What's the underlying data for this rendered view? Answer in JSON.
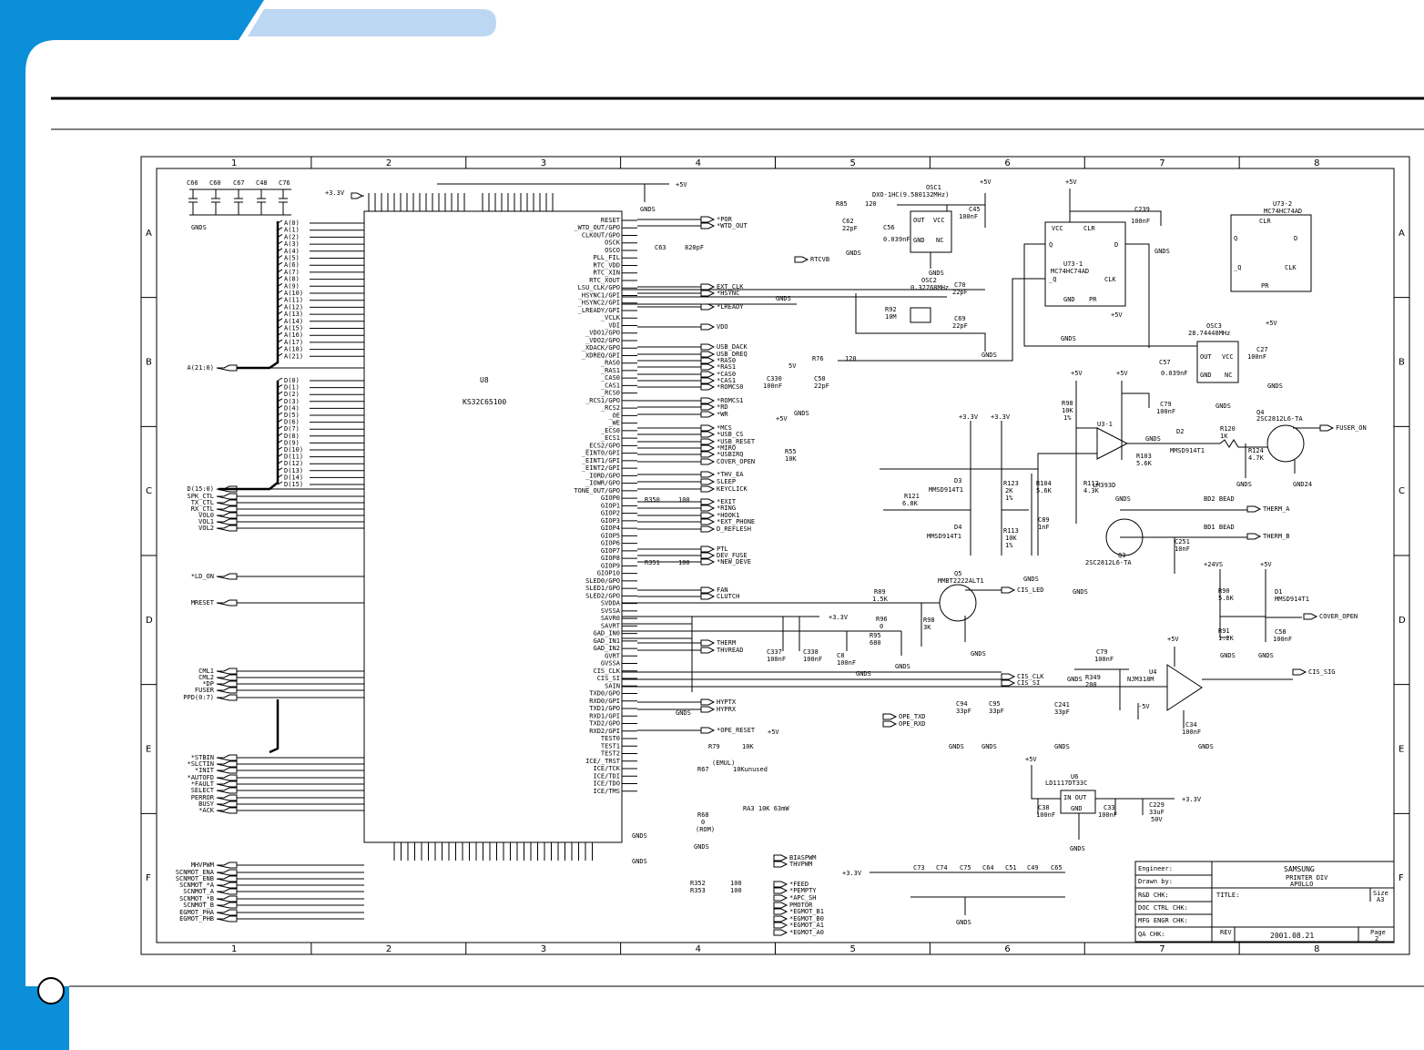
{
  "colors": {
    "frame": "#0a8fd8",
    "tab": "#bcd7f2",
    "ink": "#000000"
  },
  "zones": {
    "columns": [
      "1",
      "2",
      "3",
      "4",
      "5",
      "6",
      "7",
      "8"
    ],
    "rows": [
      "A",
      "B",
      "C",
      "D",
      "E",
      "F"
    ]
  },
  "chip": {
    "ref": "U8",
    "part": "KS32C65100",
    "left_pins": [
      "A(0)",
      "A(1)",
      "A(2)",
      "A(3)",
      "A(4)",
      "A(5)",
      "A(6)",
      "A(7)",
      "A(8)",
      "A(9)",
      "A(10)",
      "A(11)",
      "A(12)",
      "A(13)",
      "A(14)",
      "A(15)",
      "A(16)",
      "A(17)",
      "A(18)",
      "A(21)",
      "D(0)",
      "D(1)",
      "D(2)",
      "D(3)",
      "D(4)",
      "D(5)",
      "D(6)",
      "D(7)",
      "D(8)",
      "D(9)",
      "D(10)",
      "D(11)",
      "D(12)",
      "D(13)",
      "D(14)",
      "D(15)"
    ],
    "right_pins": [
      "RESET",
      "_WTD_OUT/GPO",
      "CLKOUT/GPO",
      "OSCK",
      "OSCO",
      "PLL_FIL",
      "RTC_VDD",
      "RTC_XIN",
      "RTC_XOUT",
      "LSU_CLK/GPO",
      "_HSYNC1/GPI",
      "_HSYNC2/GPI",
      "_LREADY/GPI",
      "_VCLK",
      "_VDI",
      "_VDO1/GPO",
      "_VDO2/GPO",
      "_XDACK/GPO",
      "_XDREQ/GPI",
      "_RAS0",
      "_RAS1",
      "_CAS0",
      "_CAS1",
      "_RCS0",
      "_RCS1/GPO",
      "_RCS2",
      "_OE",
      "_WE",
      "_ECS0",
      "_ECS1",
      "_ECS2/GPO",
      "_EINT0/GPI",
      "_EINT1/GPI",
      "_EINT2/GPI",
      "_IORD/GPO",
      "_IOWR/GPO",
      "TONE_OUT/GPO",
      "GIOP0",
      "GIOP1",
      "GIOP2",
      "GIOP3",
      "GIOP4",
      "GIOP5",
      "GIOP6",
      "GIOP7",
      "GIOP8",
      "GIOP9",
      "GIOP10",
      "SLED0/GPO",
      "SLED1/GPO",
      "SLED2/GPO",
      "SVDDA",
      "SVSSA",
      "SAVR0",
      "SAVRT",
      "GAD_IN0",
      "GAD_IN1",
      "GAD_IN2",
      "GVRT",
      "GVSSA",
      "CIS_CLK",
      "CIS_SI",
      "SAIN",
      "TXD0/GPO",
      "RXD0/GPI",
      "TXD1/GPO",
      "RXD1/GPI",
      "TXD2/GPO",
      "RXD2/GPI",
      "TEST0",
      "TEST1",
      "TEST2",
      "ICE/_TRST",
      "ICE/TCK",
      "ICE/TDI",
      "ICE/TDO",
      "ICE/TMS"
    ]
  },
  "left_nets": [
    "A(21:0)",
    "D(15:0)",
    "SPK_CTL",
    "TX_CTL",
    "RX_CTL",
    "VOL0",
    "VOL1",
    "VOL2",
    "*LD_ON",
    "MRESET",
    "CML1",
    "CML2",
    "*DP",
    "FUSER",
    "PPD(0:7)",
    "*STBIN",
    "*SLCTIN",
    "*INIT",
    "*AUTOFD",
    "*FAULT",
    "SELECT",
    "PERROR",
    "BUSY",
    "*ACK",
    "MHVPWM",
    "SCNMOT_ENA",
    "SCNMOT_ENB",
    "SCNMOT_*A",
    "SCNMOT_A",
    "SCNMOT_*B",
    "SCNMOT_B",
    "EGMOT_PHA",
    "EGMOT_PHB"
  ],
  "right_nets": [
    "*POR",
    "*WTD_OUT",
    "RTCVB",
    "EXT_CLK",
    "*HSYNC",
    "*LREADY",
    "VDO",
    "USB_DACK",
    "USB_DREQ",
    "*RAS0",
    "*RAS1",
    "*CAS0",
    "*CAS1",
    "*ROMCS0",
    "*ROMCS1",
    "*RD",
    "*WR",
    "*MCS",
    "*USB_CS",
    "*USB_RESET",
    "*MIRO",
    "*USBIRQ",
    "COVER_OPEN",
    "*THV_EA",
    "SLEEP",
    "KEYCLICK",
    "*EXIT",
    "*RING",
    "*HOOK1",
    "*EXT_PHONE",
    "D_REFLESH",
    "PTL",
    "DEV_FUSE",
    "*NEW_DEVE",
    "FAN",
    "CLUTCH",
    "THERM",
    "THVREAD",
    "HYPTX",
    "HYPRX",
    "*OPE_RESET",
    "OPE_TXD",
    "OPE_RXD",
    "BIASPWM",
    "THVPWM",
    "*FEED",
    "*PEMPTY",
    "*APC_SH",
    "PMOTOR",
    "*EGMOT_B1",
    "*EGMOT_B0",
    "*EGMOT_A1",
    "*EGMOT_A0",
    "CIS_LED",
    "CIS_CLK",
    "CIS_SI",
    "CIS_SIG",
    "FUSER_ON",
    "THERM_A",
    "THERM_B",
    "COVER_OPEN"
  ],
  "parts": {
    "osc1": {
      "ref": "OSC1",
      "value": "DXO-1HC(9.580132MHz)"
    },
    "osc2": {
      "ref": "OSC2",
      "value": "0.32768MHz"
    },
    "osc3": {
      "ref": "OSC3",
      "value": "28.74448MHz"
    },
    "u73_1": {
      "ref": "U73-1",
      "part": "MC74HC74AD"
    },
    "u73_2": {
      "ref": "U73-2",
      "part": "MC74HC74AD"
    },
    "u3": {
      "ref": "U3-1",
      "part": "LM393D"
    },
    "u4": {
      "ref": "U4",
      "part": "NJM318M"
    },
    "u6": {
      "ref": "U6",
      "part": "LD1117DT33C"
    },
    "q3": {
      "ref": "Q3",
      "part": "2SC2812L6-TA"
    },
    "q4": {
      "ref": "Q4",
      "part": "2SC2812L6-TA"
    },
    "q5": {
      "ref": "Q5",
      "part": "MMBT2222ALT1"
    },
    "d1": {
      "ref": "D1",
      "part": "MMSD914T1"
    },
    "d2": {
      "ref": "D2",
      "part": "MMSD914T1"
    },
    "d3": {
      "ref": "D3",
      "part": "MMSD914T1"
    },
    "d4": {
      "ref": "D4",
      "part": "MMSD914T1"
    },
    "bd1": "BD1 BEAD",
    "bd2": "BD2 BEAD",
    "ra3": "RA3 10K 63mW"
  },
  "rails": {
    "v33": "+3.3V",
    "v5": "+5V",
    "vm5": "-5V",
    "v24": "+24VS",
    "gnd": "GNDS",
    "gnd24": "GND24"
  },
  "title_block": {
    "engineer": "Engineer:",
    "drawn": "Drawn by:",
    "rnd": "R&D CHK:",
    "doc": "DOC CTRL CHK:",
    "mfg": "MFG ENGR CHK:",
    "qa": "QA CHK:",
    "company": "SAMSUNG",
    "division": "PRINTER DIV",
    "project": "APOLLO",
    "title": "TITLE:",
    "size_label": "Size",
    "size": "A3",
    "rev": "REV",
    "date": "2001.08.21",
    "page_label": "Page",
    "page": "2"
  }
}
